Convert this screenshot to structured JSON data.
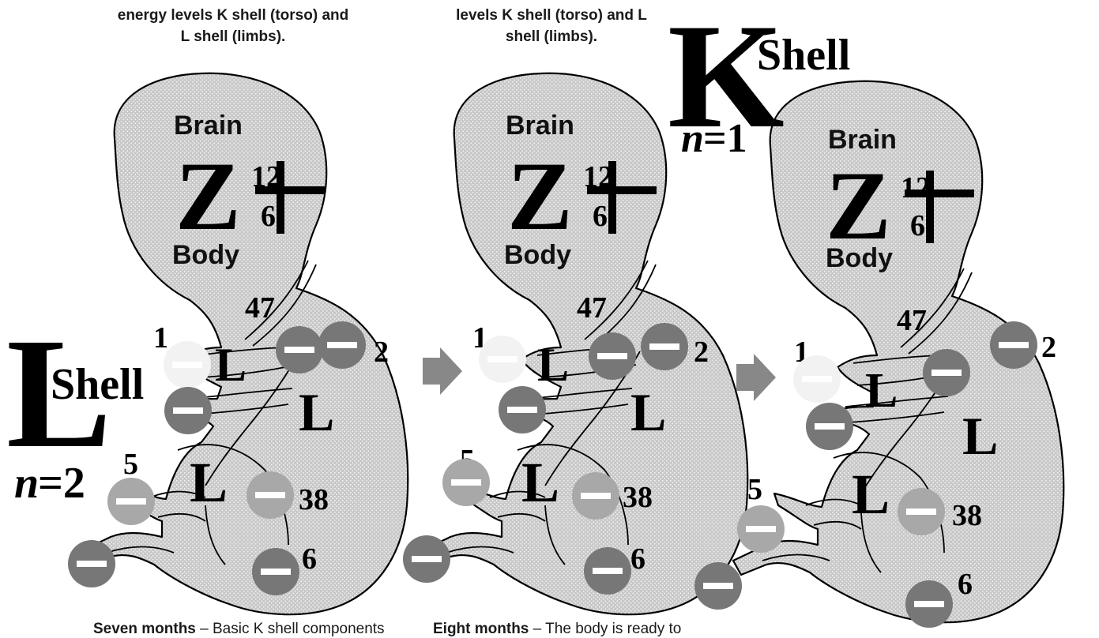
{
  "captions": {
    "left": [
      "energy levels K shell (torso) and",
      "L shell (limbs)."
    ],
    "middle": [
      "levels K shell (torso) and L",
      "shell (limbs)."
    ]
  },
  "k_shell_label": {
    "letter": "K",
    "word": "Shell",
    "n": "n",
    "n_value": "=1"
  },
  "l_shell_label": {
    "letter": "L",
    "word": "Shell",
    "n": "n",
    "n_value": "=2"
  },
  "embryo_labels": {
    "brain": "Brain",
    "body": "Body",
    "symbol": "Z",
    "mass_number": "12",
    "atomic_number": "6",
    "charge": "+",
    "shell_letter": "L",
    "electron_numbers": [
      "1",
      "2",
      "47",
      "5",
      "38",
      "6"
    ]
  },
  "footer": {
    "left_bold": "Seven months",
    "left_rest": " – Basic K shell components",
    "right_bold": "Eight months",
    "right_rest": " – The body is ready to"
  },
  "colors": {
    "embryo_fill": "#c8c8c8",
    "arrow": "#888888",
    "electron_dark": "#777777",
    "electron_mid": "#a8a8a8",
    "electron_light": "#f2f2f2"
  },
  "icons": {
    "arrow": "right-arrow-icon",
    "electron": "minus-sign-icon"
  }
}
